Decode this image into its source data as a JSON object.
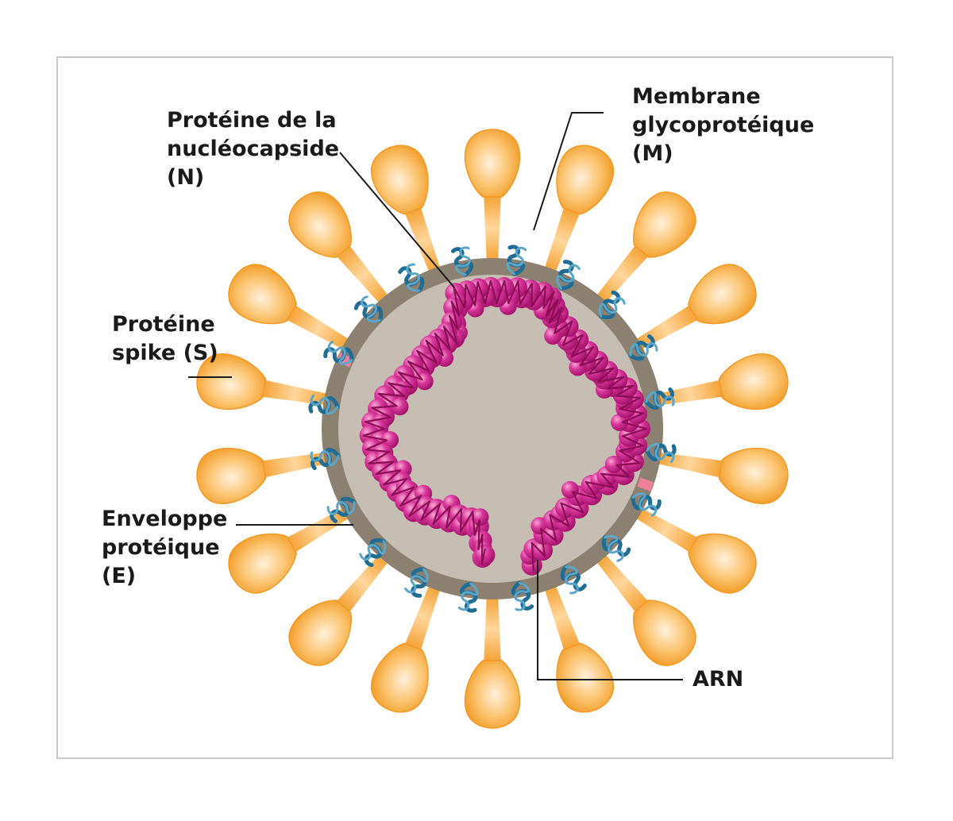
{
  "labels": {
    "nucleocapsid": [
      "Protéine de la",
      "nucléocapside",
      "(N)"
    ],
    "membrane": [
      "Membrane",
      "glycoprotéique",
      "(M)"
    ],
    "spike": [
      "Protéine",
      "spike (S)"
    ],
    "envelope": [
      "Enveloppe",
      "protéique",
      "(E)"
    ],
    "rna": [
      "ARN"
    ]
  },
  "colors": {
    "frame": "#c9c9c9",
    "spike_fill": "#f7a535",
    "spike_highlight": "#ffe0b3",
    "envelope_ring": "#8c8170",
    "interior": "#c6beb3",
    "nucleocapsid": "#c81d7e",
    "nucleocapsid_highlight": "#f07cc0",
    "membrane_protein": "#1f6d94",
    "envelope_protein": "#f0809a",
    "leader_line": "#1a1a1a"
  }
}
